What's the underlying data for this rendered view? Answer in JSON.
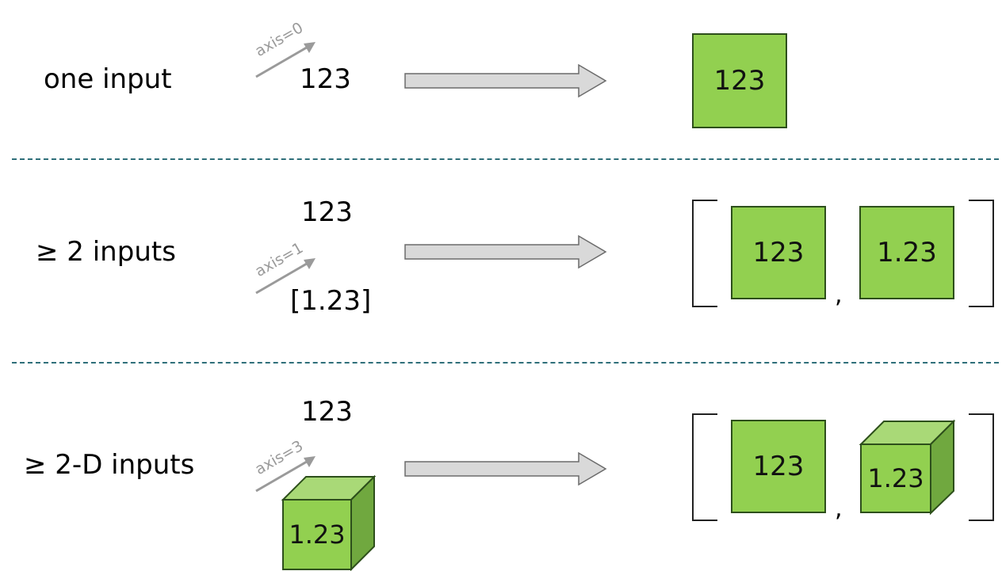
{
  "rows": [
    {
      "label": "one input",
      "axis_label": "axis=0",
      "inputs": [
        "123"
      ],
      "outputs": [
        "123"
      ]
    },
    {
      "label": "≥ 2 inputs",
      "axis_label": "axis=1",
      "inputs": [
        "123",
        "[1.23]"
      ],
      "outputs": [
        "123",
        "1.23"
      ],
      "separator": ","
    },
    {
      "label": "≥ 2-D inputs",
      "axis_label": "axis=3",
      "inputs": [
        "123",
        "1.23"
      ],
      "outputs": [
        "123",
        "1.23"
      ],
      "separator": ","
    }
  ],
  "colors": {
    "box_fill": "#92d050",
    "box_border": "#2d4f1b",
    "cube_top": "#a9d977",
    "cube_side": "#70a83f",
    "arrow_fill": "#d9d9d9",
    "arrow_stroke": "#6b6b6b",
    "axis_arrow": "#9a9a9a",
    "divider": "#2f6f7a"
  }
}
